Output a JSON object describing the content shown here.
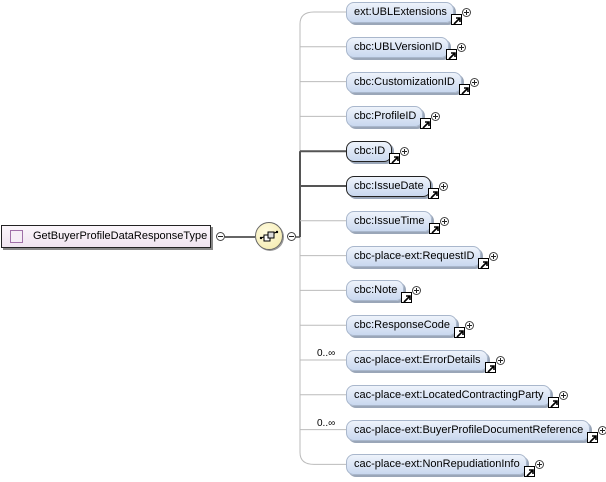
{
  "root": {
    "name": "GetBuyerProfileDataResponseType"
  },
  "compositor": {
    "type": "sequence",
    "icon": "sequence-icon"
  },
  "elements": [
    {
      "name": "ext:UBLExtensions",
      "mandatory": false,
      "cardinality": ""
    },
    {
      "name": "cbc:UBLVersionID",
      "mandatory": false,
      "cardinality": ""
    },
    {
      "name": "cbc:CustomizationID",
      "mandatory": false,
      "cardinality": ""
    },
    {
      "name": "cbc:ProfileID",
      "mandatory": false,
      "cardinality": ""
    },
    {
      "name": "cbc:ID",
      "mandatory": true,
      "cardinality": ""
    },
    {
      "name": "cbc:IssueDate",
      "mandatory": true,
      "cardinality": ""
    },
    {
      "name": "cbc:IssueTime",
      "mandatory": false,
      "cardinality": ""
    },
    {
      "name": "cbc-place-ext:RequestID",
      "mandatory": false,
      "cardinality": ""
    },
    {
      "name": "cbc:Note",
      "mandatory": false,
      "cardinality": ""
    },
    {
      "name": "cbc:ResponseCode",
      "mandatory": false,
      "cardinality": ""
    },
    {
      "name": "cac-place-ext:ErrorDetails",
      "mandatory": false,
      "cardinality": "0..∞"
    },
    {
      "name": "cac-place-ext:LocatedContractingParty",
      "mandatory": false,
      "cardinality": ""
    },
    {
      "name": "cac-place-ext:BuyerProfileDocumentReference",
      "mandatory": false,
      "cardinality": "0..∞"
    },
    {
      "name": "cac-place-ext:NonRepudiationInfo",
      "mandatory": false,
      "cardinality": ""
    }
  ]
}
